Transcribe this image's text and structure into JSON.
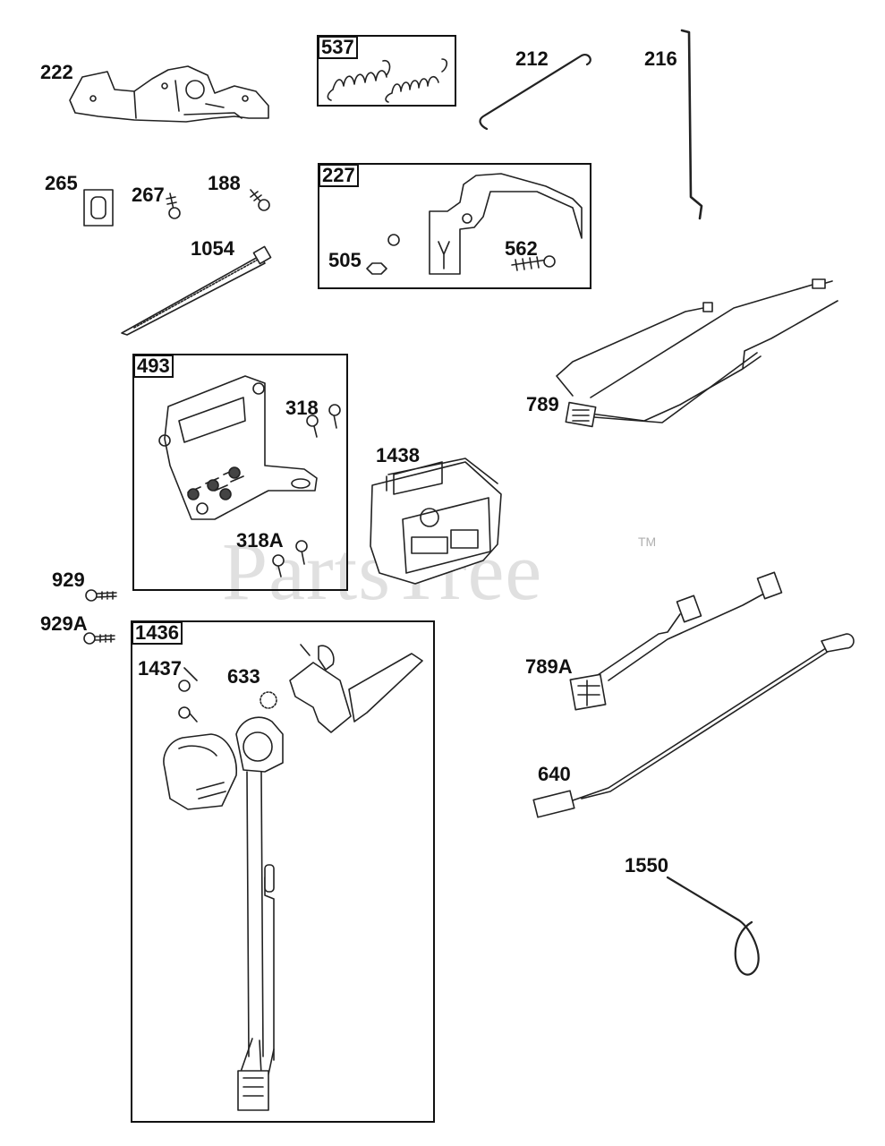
{
  "watermark": {
    "text": "PartsTree",
    "tm": "TM"
  },
  "labels": {
    "p222": "222",
    "p537": "537",
    "p212": "212",
    "p216": "216",
    "p265": "265",
    "p267": "267",
    "p188": "188",
    "p227": "227",
    "p505": "505",
    "p562": "562",
    "p1054": "1054",
    "p789": "789",
    "p493": "493",
    "p318": "318",
    "p1438": "1438",
    "p318A": "318A",
    "p929": "929",
    "p929A": "929A",
    "p1436": "1436",
    "p1437": "1437",
    "p633": "633",
    "p789A": "789A",
    "p640": "640",
    "p1550": "1550"
  }
}
